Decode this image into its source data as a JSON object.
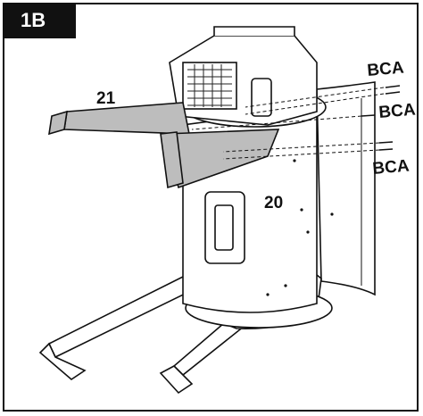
{
  "step_label": "1B",
  "labels": {
    "bca_top": "BCA",
    "bca_mid": "BCA",
    "bca_bottom": "BCA",
    "part_21": "21",
    "part_20": "20"
  },
  "colors": {
    "arm_fill": "#bdbdbd",
    "stroke": "#111111",
    "grille": "#222222"
  }
}
